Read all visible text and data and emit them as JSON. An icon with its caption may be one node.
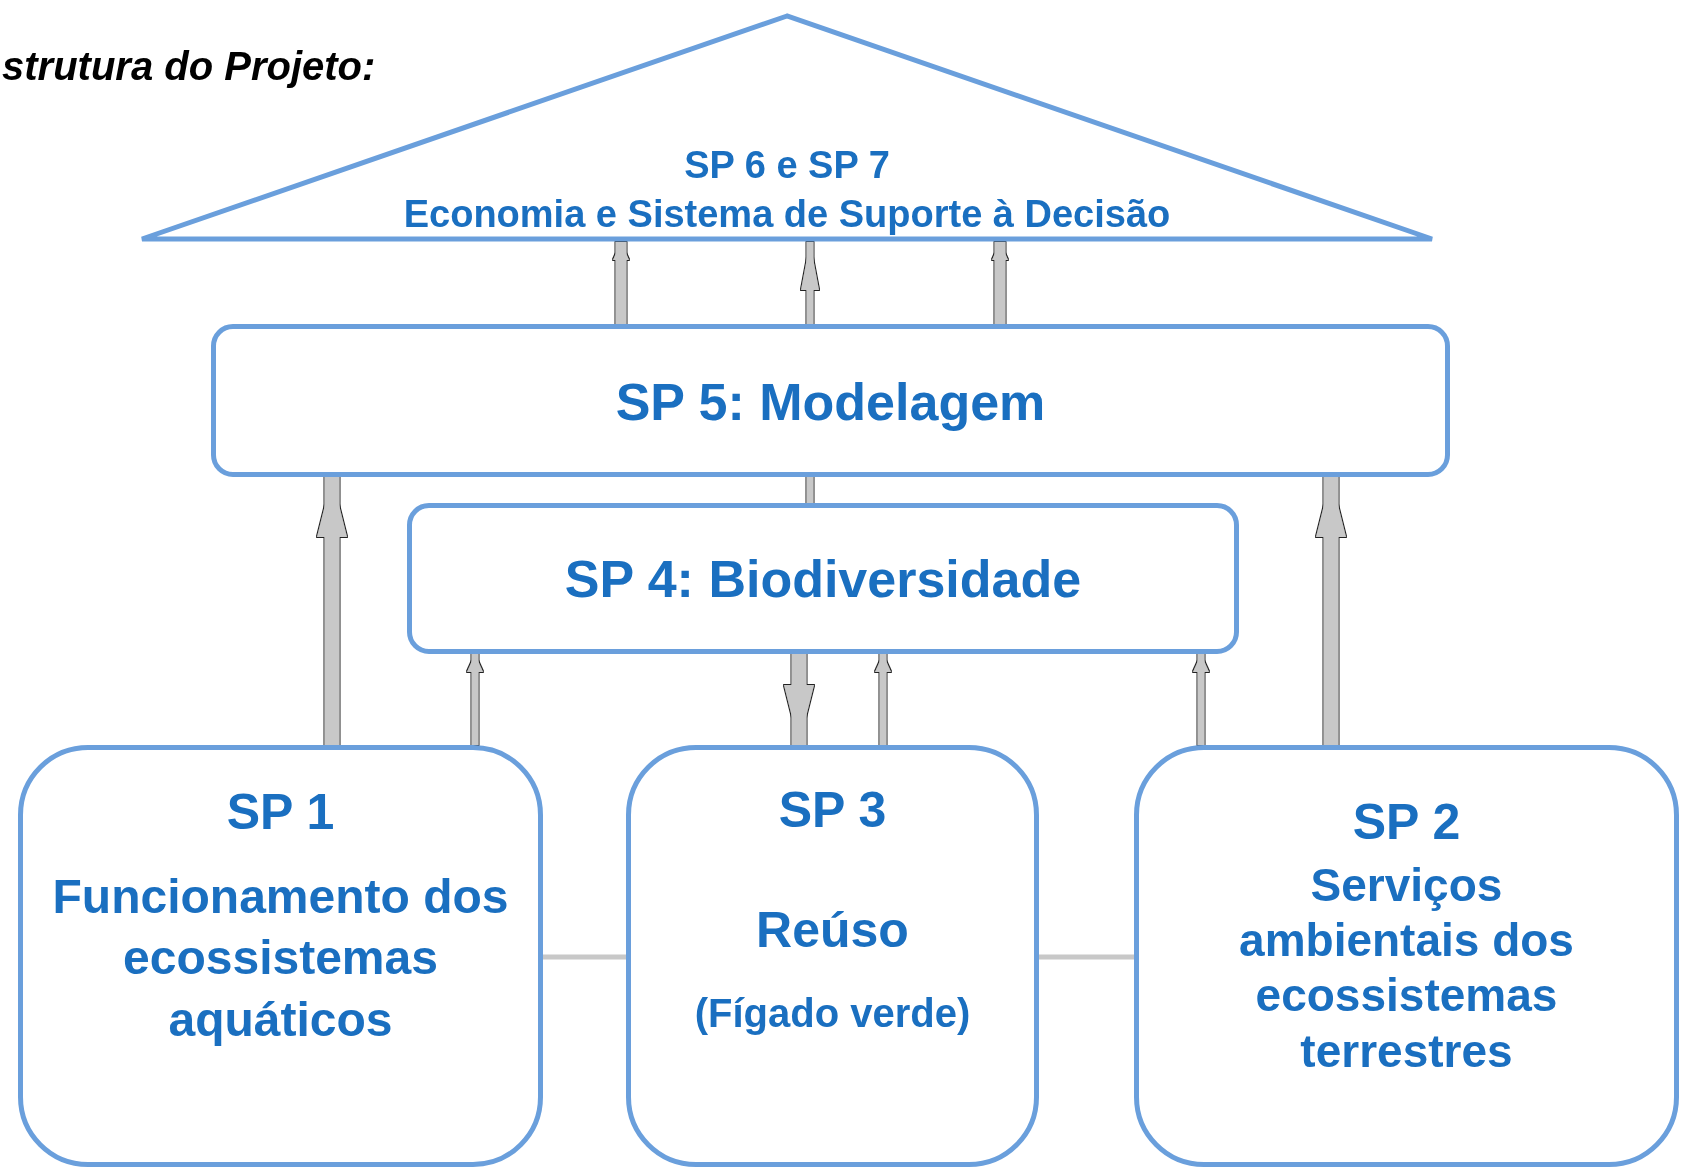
{
  "diagram": {
    "title": "strutura do Projeto:",
    "nodes": [
      {
        "text": [
          "SP 6 e SP 7",
          "Economia e Sistema de Suporte à Decisão"
        ]
      },
      {
        "text": [
          "SP 5: Modelagem"
        ]
      },
      {
        "text": [
          "SP 4: Biodiversidade"
        ]
      },
      {
        "text": [
          "SP 1",
          "Funcionamento dos ecossistemas aquáticos"
        ]
      },
      {
        "text": [
          "SP 3",
          "Reúso",
          "(Fígado verde)"
        ]
      },
      {
        "text": [
          "SP 2",
          "Serviços ambientais dos ecossistemas terrestres"
        ]
      }
    ],
    "edges": [
      {
        "from": 1,
        "to": 0,
        "arrow": "to"
      },
      {
        "from": 1,
        "to": 0,
        "arrow": "to"
      },
      {
        "from": 1,
        "to": 0,
        "arrow": "to"
      },
      {
        "from": 2,
        "to": 1,
        "arrow": "none"
      },
      {
        "from": 3,
        "to": 1,
        "arrow": "to",
        "style": "thick"
      },
      {
        "from": 3,
        "to": 2,
        "arrow": "to"
      },
      {
        "from": 2,
        "to": 4,
        "arrow": "to",
        "style": "thick"
      },
      {
        "from": 4,
        "to": 2,
        "arrow": "to"
      },
      {
        "from": 5,
        "to": 2,
        "arrow": "to"
      },
      {
        "from": 5,
        "to": 1,
        "arrow": "to",
        "style": "thick"
      },
      {
        "from": 3,
        "to": 4,
        "arrow": "none",
        "color": "#c8c8c8"
      },
      {
        "from": 4,
        "to": 5,
        "arrow": "none",
        "color": "#c8c8c8"
      }
    ]
  }
}
